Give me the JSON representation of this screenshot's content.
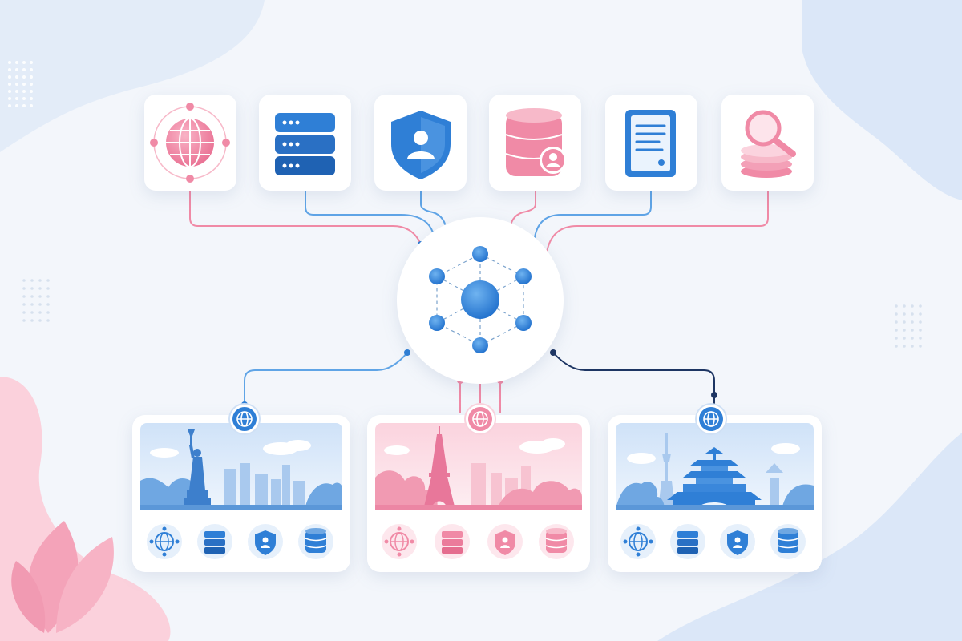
{
  "theme": {
    "background": "#f3f6fb",
    "blue": "#2f7fd6",
    "blue_light": "#5fa4e6",
    "pink": "#f08aa6",
    "pink_light": "#f7b9c9",
    "navy": "#1d3563",
    "card": "#ffffff"
  },
  "services": [
    {
      "icon": "globe-network-icon",
      "color": "pink"
    },
    {
      "icon": "server-rack-icon",
      "color": "blue"
    },
    {
      "icon": "user-shield-icon",
      "color": "blue"
    },
    {
      "icon": "user-database-icon",
      "color": "pink"
    },
    {
      "icon": "document-icon",
      "color": "blue"
    },
    {
      "icon": "search-coins-icon",
      "color": "pink"
    }
  ],
  "hub": {
    "icon": "network-hub-icon",
    "color": "blue"
  },
  "regions": [
    {
      "landmark": "statue-of-liberty-skyline",
      "theme": "blue",
      "badge_icon": "globe-icon",
      "link_color": "blue_light",
      "services": [
        "globe-network-icon",
        "server-rack-icon",
        "user-shield-icon",
        "database-icon"
      ]
    },
    {
      "landmark": "eiffel-tower-skyline",
      "theme": "pink",
      "badge_icon": "globe-icon",
      "link_color": "pink",
      "services": [
        "globe-network-icon",
        "server-rack-icon",
        "user-shield-icon",
        "database-icon"
      ]
    },
    {
      "landmark": "pagoda-tower-skyline",
      "theme": "blue",
      "badge_icon": "globe-icon",
      "link_color": "navy",
      "services": [
        "globe-network-icon",
        "server-rack-icon",
        "user-shield-icon",
        "database-icon"
      ]
    }
  ]
}
